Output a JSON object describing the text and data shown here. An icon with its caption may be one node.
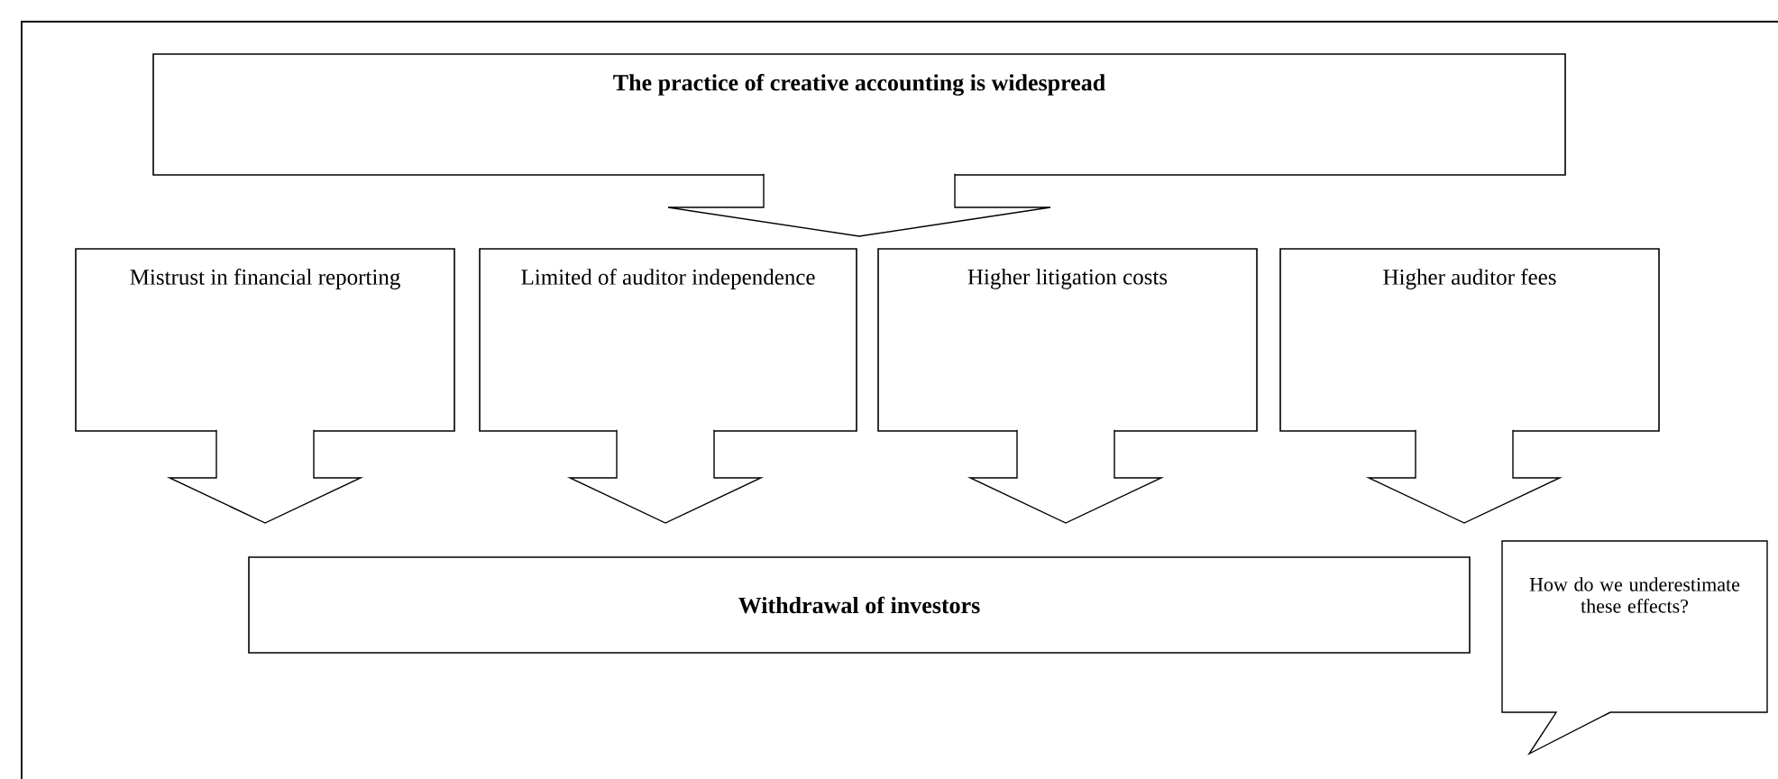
{
  "diagram": {
    "nodes": [
      {
        "text": [
          "The practice of creative accounting is widespread"
        ]
      },
      {
        "text": [
          "Mistrust in financial reporting"
        ]
      },
      {
        "text": [
          "Limited of auditor independence"
        ]
      },
      {
        "text": [
          "Higher litigation costs"
        ]
      },
      {
        "text": [
          "Higher auditor fees"
        ]
      },
      {
        "text": [
          "Withdrawal of investors"
        ]
      },
      {
        "text": [
          "How do we underestimate these effects?"
        ]
      }
    ],
    "edges": [
      {
        "from": 0,
        "to": null,
        "arrow": "to"
      },
      {
        "from": 1,
        "to": 5,
        "arrow": "to"
      },
      {
        "from": 2,
        "to": 5,
        "arrow": "to"
      },
      {
        "from": 3,
        "to": 5,
        "arrow": "to"
      },
      {
        "from": 4,
        "to": 5,
        "arrow": "to"
      }
    ]
  }
}
